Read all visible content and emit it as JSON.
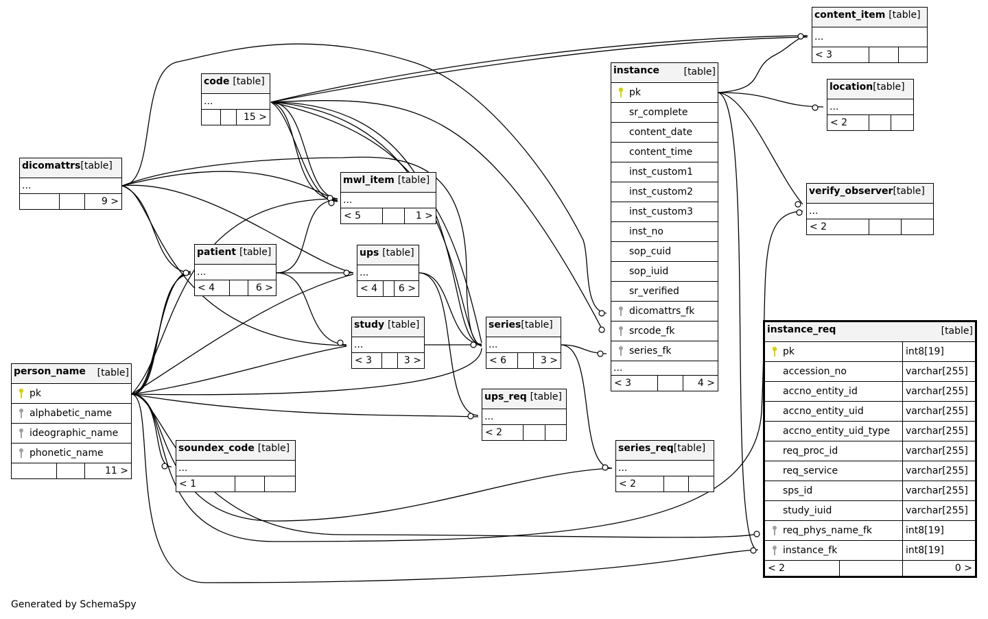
{
  "diagram": {
    "tables": [
      {
        "name": "content_item",
        "type": "[table]",
        "rows": [
          "..."
        ],
        "footer_left": "< 3",
        "footer_right": ""
      },
      {
        "name": "instance",
        "type": "[table]",
        "rows": [
          "pk",
          "sr_complete",
          "content_date",
          "content_time",
          "inst_custom1",
          "inst_custom2",
          "inst_custom3",
          "inst_no",
          "sop_cuid",
          "sop_iuid",
          "sr_verified",
          "dicomattrs_fk",
          "srcode_fk",
          "series_fk",
          "..."
        ],
        "footer_left": "< 3",
        "footer_right": "4 >"
      },
      {
        "name": "location",
        "type": "[table]",
        "rows": [
          "..."
        ],
        "footer_left": "< 2",
        "footer_right": ""
      },
      {
        "name": "code",
        "type": "[table]",
        "rows": [
          "..."
        ],
        "footer_left": "",
        "footer_right": "15 >"
      },
      {
        "name": "dicomattrs",
        "type": "[table]",
        "rows": [
          "..."
        ],
        "footer_left": "",
        "footer_right": "9 >"
      },
      {
        "name": "mwl_item",
        "type": "[table]",
        "rows": [
          "..."
        ],
        "footer_left": "< 5",
        "footer_right": "1 >"
      },
      {
        "name": "verify_observer",
        "type": "[table]",
        "rows": [
          "..."
        ],
        "footer_left": "< 2",
        "footer_right": ""
      },
      {
        "name": "patient",
        "type": "[table]",
        "rows": [
          "..."
        ],
        "footer_left": "< 4",
        "footer_right": "6 >"
      },
      {
        "name": "ups",
        "type": "[table]",
        "rows": [
          "..."
        ],
        "footer_left": "< 4",
        "footer_right": "6 >"
      },
      {
        "name": "study",
        "type": "[table]",
        "rows": [
          "..."
        ],
        "footer_left": "< 3",
        "footer_right": "3 >"
      },
      {
        "name": "series",
        "type": "[table]",
        "rows": [
          "..."
        ],
        "footer_left": "< 6",
        "footer_right": "3 >"
      },
      {
        "name": "person_name",
        "type": "[table]",
        "rows": [
          "pk",
          "alphabetic_name",
          "ideographic_name",
          "phonetic_name"
        ],
        "footer_left": "",
        "footer_right": "11 >"
      },
      {
        "name": "ups_req",
        "type": "[table]",
        "rows": [
          "..."
        ],
        "footer_left": "< 2",
        "footer_right": ""
      },
      {
        "name": "soundex_code",
        "type": "[table]",
        "rows": [
          "..."
        ],
        "footer_left": "< 1",
        "footer_right": ""
      },
      {
        "name": "series_req",
        "type": "[table]",
        "rows": [
          "..."
        ],
        "footer_left": "< 2",
        "footer_right": ""
      },
      {
        "name": "instance_req",
        "type": "[table]",
        "rows": [
          "pk",
          "accession_no",
          "accno_entity_id",
          "accno_entity_uid",
          "accno_entity_uid_type",
          "req_proc_id",
          "req_service",
          "sps_id",
          "study_iuid",
          "req_phys_name_fk",
          "instance_fk"
        ],
        "row_types": [
          "int8[19]",
          "varchar[255]",
          "varchar[255]",
          "varchar[255]",
          "varchar[255]",
          "varchar[255]",
          "varchar[255]",
          "varchar[255]",
          "varchar[255]",
          "int8[19]",
          "int8[19]"
        ],
        "footer_left": "< 2",
        "footer_right": "0 >"
      }
    ],
    "credit": "Generated by SchemaSpy",
    "colors": {
      "primary_key": "#d4d400",
      "foreign_key": "#a0a0a0",
      "header_bg": "#f3f3f3"
    }
  }
}
